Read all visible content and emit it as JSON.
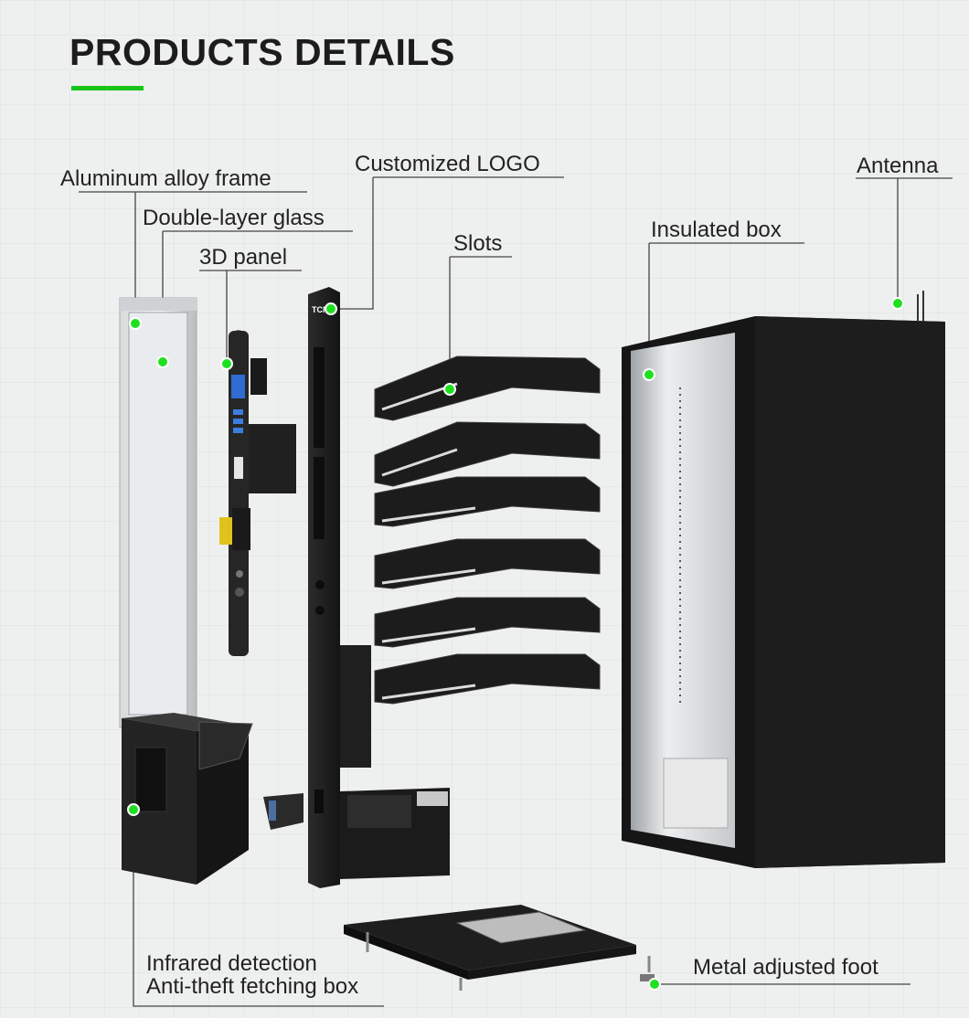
{
  "page": {
    "title": "PRODUCTS DETAILS",
    "accent_color": "#19c419",
    "dot_color": "#1fe01f"
  },
  "labels": {
    "aluminum_frame": "Aluminum alloy frame",
    "double_glass": "Double-layer glass",
    "panel_3d": "3D panel",
    "custom_logo": "Customized LOGO",
    "slots": "Slots",
    "insulated_box": "Insulated box",
    "antenna": "Antenna",
    "infrared": "Infrared detection",
    "anti_theft": "Anti-theft fetching box",
    "metal_foot": "Metal adjusted foot"
  },
  "logo_text": "TCN"
}
